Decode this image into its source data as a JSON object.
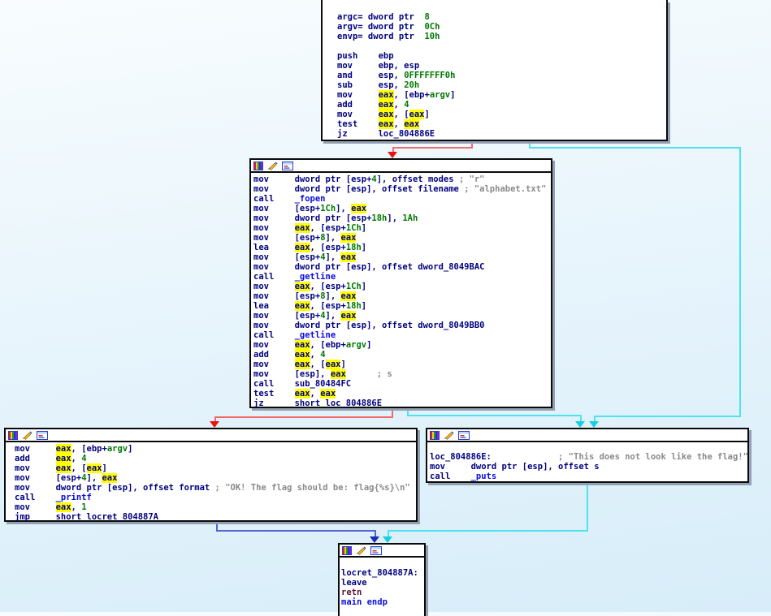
{
  "palette": {
    "bg_top": "#f8fcfe",
    "bg_mid": "#e8f5fc",
    "bg_bottom": "#d7edf9",
    "block_bg": "#ffffff",
    "block_border": "#0a0a0a",
    "block_shadow": "#93a0b2",
    "code": "#000080",
    "num": "#007800",
    "func": "#0b0be0",
    "comment": "#8a8a8a",
    "ret": "#5c1030",
    "hl_bg": "#ffff00",
    "edge_false": "#f26a6a",
    "edge_false_arrow": "#e81414",
    "edge_true": "#4de2ef",
    "edge_true_arrow": "#17cfe2",
    "edge_jmp": "#5463d6",
    "edge_jmp_arrow": "#1e2cb0"
  },
  "titlebar_icons": [
    {
      "name": "node-color-icon"
    },
    {
      "name": "edit-node-icon"
    },
    {
      "name": "group-node-icon"
    }
  ],
  "edges": [
    {
      "from": "entry",
      "to": "fopen-getline",
      "color": "red",
      "meaning": "condition-false"
    },
    {
      "from": "entry",
      "to": "puts-fail",
      "color": "cyan",
      "meaning": "condition-true jz loc_804886E"
    },
    {
      "from": "fopen-getline",
      "to": "printf-flag",
      "color": "red",
      "meaning": "condition-false"
    },
    {
      "from": "fopen-getline",
      "to": "puts-fail",
      "color": "cyan",
      "meaning": "condition-true jz short loc_804886E"
    },
    {
      "from": "printf-flag",
      "to": "locret",
      "color": "blue",
      "meaning": "jmp short locret_804887A"
    },
    {
      "from": "puts-fail",
      "to": "locret",
      "color": "cyan",
      "meaning": "fall-through"
    }
  ],
  "blocks": {
    "entry": {
      "lines": [
        [
          [
            "k",
            "argc= dword ptr  "
          ],
          [
            "g",
            "8"
          ]
        ],
        [
          [
            "k",
            "argv= dword ptr  "
          ],
          [
            "g",
            "0Ch"
          ]
        ],
        [
          [
            "k",
            "envp= dword ptr  "
          ],
          [
            "g",
            "10h"
          ]
        ],
        [],
        [
          [
            "k",
            "push    ebp"
          ]
        ],
        [
          [
            "k",
            "mov     ebp, esp"
          ]
        ],
        [
          [
            "k",
            "and     esp, "
          ],
          [
            "g",
            "0FFFFFFF0h"
          ]
        ],
        [
          [
            "k",
            "sub     esp, "
          ],
          [
            "g",
            "20h"
          ]
        ],
        [
          [
            "k",
            "mov     "
          ],
          [
            "hl",
            "eax"
          ],
          [
            "k",
            ", [ebp+"
          ],
          [
            "g",
            "argv"
          ],
          [
            "k",
            "]"
          ]
        ],
        [
          [
            "k",
            "add     "
          ],
          [
            "hl",
            "eax"
          ],
          [
            "k",
            ", "
          ],
          [
            "g",
            "4"
          ]
        ],
        [
          [
            "k",
            "mov     "
          ],
          [
            "hl",
            "eax"
          ],
          [
            "k",
            ", ["
          ],
          [
            "hl",
            "eax"
          ],
          [
            "k",
            "]"
          ]
        ],
        [
          [
            "k",
            "test    "
          ],
          [
            "hl",
            "eax"
          ],
          [
            "k",
            ", "
          ],
          [
            "hl",
            "eax"
          ]
        ],
        [
          [
            "k",
            "jz      loc_804886E"
          ]
        ]
      ]
    },
    "fopen_getline": {
      "lines": [
        [
          [
            "k",
            "mov     dword ptr [esp+"
          ],
          [
            "g",
            "4"
          ],
          [
            "k",
            "], offset modes"
          ],
          [
            "c",
            " ; \"r\""
          ]
        ],
        [
          [
            "k",
            "mov     dword ptr [esp], offset filename"
          ],
          [
            "c",
            " ; \"alphabet.txt\""
          ]
        ],
        [
          [
            "k",
            "call    "
          ],
          [
            "f",
            "_fopen"
          ]
        ],
        [
          [
            "k",
            "mov     [esp+"
          ],
          [
            "g",
            "1Ch"
          ],
          [
            "k",
            "], "
          ],
          [
            "hl",
            "eax"
          ]
        ],
        [
          [
            "k",
            "mov     dword ptr [esp+"
          ],
          [
            "g",
            "18h"
          ],
          [
            "k",
            "], "
          ],
          [
            "g",
            "1Ah"
          ]
        ],
        [
          [
            "k",
            "mov     "
          ],
          [
            "hl",
            "eax"
          ],
          [
            "k",
            ", [esp+"
          ],
          [
            "g",
            "1Ch"
          ],
          [
            "k",
            "]"
          ]
        ],
        [
          [
            "k",
            "mov     [esp+"
          ],
          [
            "g",
            "8"
          ],
          [
            "k",
            "], "
          ],
          [
            "hl",
            "eax"
          ]
        ],
        [
          [
            "k",
            "lea     "
          ],
          [
            "hl",
            "eax"
          ],
          [
            "k",
            ", [esp+"
          ],
          [
            "g",
            "18h"
          ],
          [
            "k",
            "]"
          ]
        ],
        [
          [
            "k",
            "mov     [esp+"
          ],
          [
            "g",
            "4"
          ],
          [
            "k",
            "], "
          ],
          [
            "hl",
            "eax"
          ]
        ],
        [
          [
            "k",
            "mov     dword ptr [esp], offset dword_8049BAC"
          ]
        ],
        [
          [
            "k",
            "call    "
          ],
          [
            "f",
            "_getline"
          ]
        ],
        [
          [
            "k",
            "mov     "
          ],
          [
            "hl",
            "eax"
          ],
          [
            "k",
            ", [esp+"
          ],
          [
            "g",
            "1Ch"
          ],
          [
            "k",
            "]"
          ]
        ],
        [
          [
            "k",
            "mov     [esp+"
          ],
          [
            "g",
            "8"
          ],
          [
            "k",
            "], "
          ],
          [
            "hl",
            "eax"
          ]
        ],
        [
          [
            "k",
            "lea     "
          ],
          [
            "hl",
            "eax"
          ],
          [
            "k",
            ", [esp+"
          ],
          [
            "g",
            "18h"
          ],
          [
            "k",
            "]"
          ]
        ],
        [
          [
            "k",
            "mov     [esp+"
          ],
          [
            "g",
            "4"
          ],
          [
            "k",
            "], "
          ],
          [
            "hl",
            "eax"
          ]
        ],
        [
          [
            "k",
            "mov     dword ptr [esp], offset dword_8049BB0"
          ]
        ],
        [
          [
            "k",
            "call    "
          ],
          [
            "f",
            "_getline"
          ]
        ],
        [
          [
            "k",
            "mov     "
          ],
          [
            "hl",
            "eax"
          ],
          [
            "k",
            ", [ebp+"
          ],
          [
            "g",
            "argv"
          ],
          [
            "k",
            "]"
          ]
        ],
        [
          [
            "k",
            "add     "
          ],
          [
            "hl",
            "eax"
          ],
          [
            "k",
            ", "
          ],
          [
            "g",
            "4"
          ]
        ],
        [
          [
            "k",
            "mov     "
          ],
          [
            "hl",
            "eax"
          ],
          [
            "k",
            ", ["
          ],
          [
            "hl",
            "eax"
          ],
          [
            "k",
            "]"
          ]
        ],
        [
          [
            "k",
            "mov     [esp], "
          ],
          [
            "hl",
            "eax"
          ],
          [
            "c",
            "      ; s"
          ]
        ],
        [
          [
            "k",
            "call    sub_80484FC"
          ]
        ],
        [
          [
            "k",
            "test    "
          ],
          [
            "hl",
            "eax"
          ],
          [
            "k",
            ", "
          ],
          [
            "hl",
            "eax"
          ]
        ],
        [
          [
            "k",
            "jz      short loc_804886E"
          ]
        ]
      ]
    },
    "printf_flag": {
      "lines": [
        [
          [
            "k",
            "mov     "
          ],
          [
            "hl",
            "eax"
          ],
          [
            "k",
            ", [ebp+"
          ],
          [
            "g",
            "argv"
          ],
          [
            "k",
            "]"
          ]
        ],
        [
          [
            "k",
            "add     "
          ],
          [
            "hl",
            "eax"
          ],
          [
            "k",
            ", "
          ],
          [
            "g",
            "4"
          ]
        ],
        [
          [
            "k",
            "mov     "
          ],
          [
            "hl",
            "eax"
          ],
          [
            "k",
            ", ["
          ],
          [
            "hl",
            "eax"
          ],
          [
            "k",
            "]"
          ]
        ],
        [
          [
            "k",
            "mov     [esp+"
          ],
          [
            "g",
            "4"
          ],
          [
            "k",
            "], "
          ],
          [
            "hl",
            "eax"
          ]
        ],
        [
          [
            "k",
            "mov     dword ptr [esp], offset format"
          ],
          [
            "c",
            " ; \"OK! The flag should be: flag{%s}\\n\""
          ]
        ],
        [
          [
            "k",
            "call    "
          ],
          [
            "f",
            "_printf"
          ]
        ],
        [
          [
            "k",
            "mov     "
          ],
          [
            "hl",
            "eax"
          ],
          [
            "k",
            ", "
          ],
          [
            "g",
            "1"
          ]
        ],
        [
          [
            "k",
            "jmp     short locret_804887A"
          ]
        ]
      ]
    },
    "puts_fail": {
      "lines": [
        [],
        [
          [
            "k",
            "loc_804886E:"
          ],
          [
            "c",
            "             ; \"This does not look like the flag!\""
          ]
        ],
        [
          [
            "k",
            "mov     dword ptr [esp], offset s"
          ]
        ],
        [
          [
            "k",
            "call    "
          ],
          [
            "f",
            "_puts"
          ]
        ]
      ]
    },
    "locret": {
      "lines": [
        [],
        [
          [
            "k",
            "locret_804887A:"
          ]
        ],
        [
          [
            "k",
            "leave"
          ]
        ],
        [
          [
            "r",
            "retn"
          ]
        ],
        [
          [
            "f",
            "main endp"
          ]
        ]
      ]
    }
  }
}
